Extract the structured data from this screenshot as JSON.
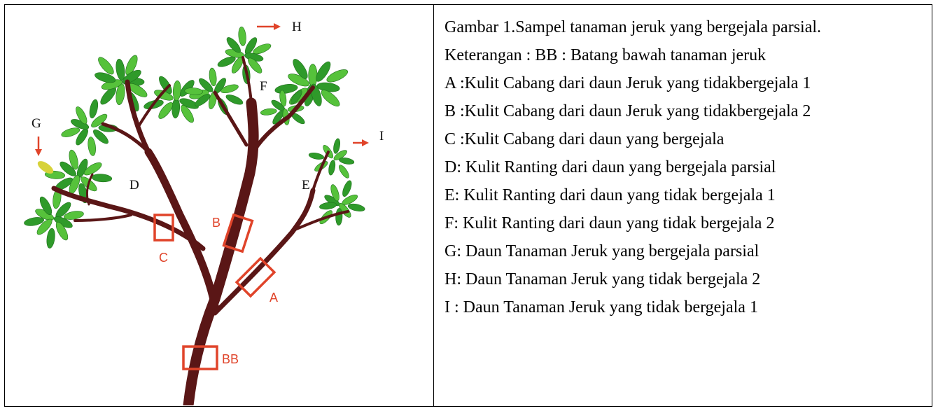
{
  "diagram": {
    "labels": {
      "A": "A",
      "B": "B",
      "C": "C",
      "BB": "BB",
      "D": "D",
      "E": "E",
      "F": "F",
      "G": "G",
      "H": "H",
      "I": "I"
    },
    "colors": {
      "trunk": "#5a1616",
      "leaf_dark": "#2f9a2a",
      "leaf_light": "#56c23b",
      "leaf_yellow": "#d7d23a",
      "marker": "#e0442a"
    }
  },
  "legend": {
    "lines": [
      "Gambar 1.Sampel tanaman jeruk  yang bergejala parsial.",
      "Keterangan : BB : Batang bawah tanaman jeruk",
      "A :Kulit Cabang dari daun Jeruk yang tidakbergejala 1",
      "B :Kulit Cabang dari daun Jeruk yang tidakbergejala 2",
      "C :Kulit Cabang dari daun yang bergejala",
      "D: Kulit Ranting dari daun yang bergejala parsial",
      "E: Kulit Ranting dari daun yang tidak bergejala 1",
      "F: Kulit Ranting dari daun yang tidak bergejala 2",
      "G: Daun Tanaman Jeruk yang bergejala parsial",
      "H: Daun Tanaman Jeruk yang tidak bergejala 2",
      "I : Daun Tanaman Jeruk yang tidak bergejala 1"
    ]
  }
}
